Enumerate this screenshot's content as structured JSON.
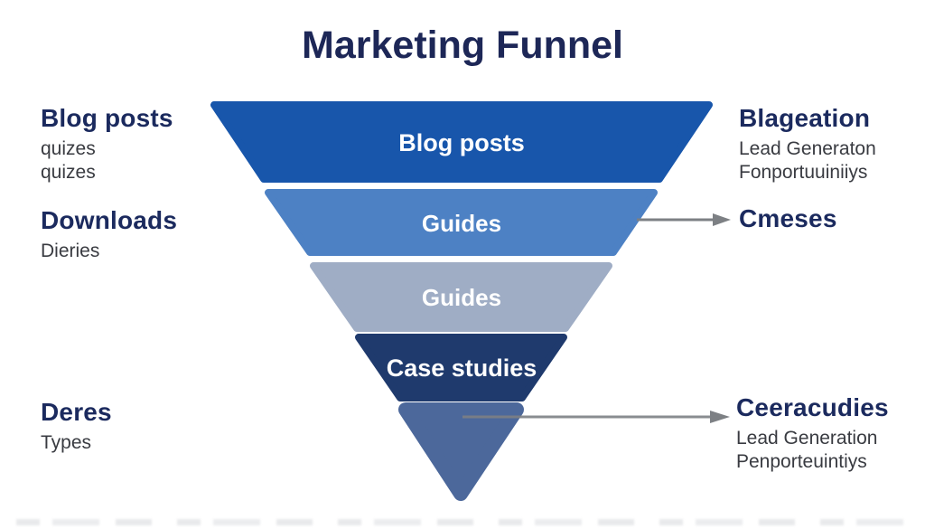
{
  "title": "Marketing Funnel",
  "colors": {
    "title": "#1d2757",
    "heading": "#1b2a5e",
    "subtext": "#393b41",
    "arrow": "#7d8084",
    "layer1": "#1856ab",
    "layer2": "#4d81c4",
    "layer3": "#9fadc5",
    "layer4": "#1f3a6d",
    "tip": "#4c689b"
  },
  "funnel": {
    "layers": [
      {
        "label": "Blog posts",
        "color": "#1856ab"
      },
      {
        "label": "Guides",
        "color": "#4d81c4"
      },
      {
        "label": "Guides",
        "color": "#9fadc5"
      },
      {
        "label": "Case studies",
        "color": "#1f3a6d"
      },
      {
        "label": "",
        "color": "#4c689b"
      }
    ]
  },
  "annotations": {
    "left_top": {
      "heading": "Blog posts",
      "lines": [
        "quizes",
        "quizes"
      ]
    },
    "left_middle": {
      "heading": "Downloads",
      "lines": [
        "Dieries"
      ]
    },
    "left_bottom": {
      "heading": "Deres",
      "lines": [
        "Types"
      ]
    },
    "right_top": {
      "heading": "Blageation",
      "lines": [
        "Lead Generaton",
        "Fonportuuiniiys"
      ]
    },
    "right_middle": {
      "heading": "Cmeses",
      "lines": []
    },
    "right_bottom": {
      "heading": "Ceeracudies",
      "lines": [
        "Lead Generation",
        "Penporteuintiys"
      ]
    }
  }
}
